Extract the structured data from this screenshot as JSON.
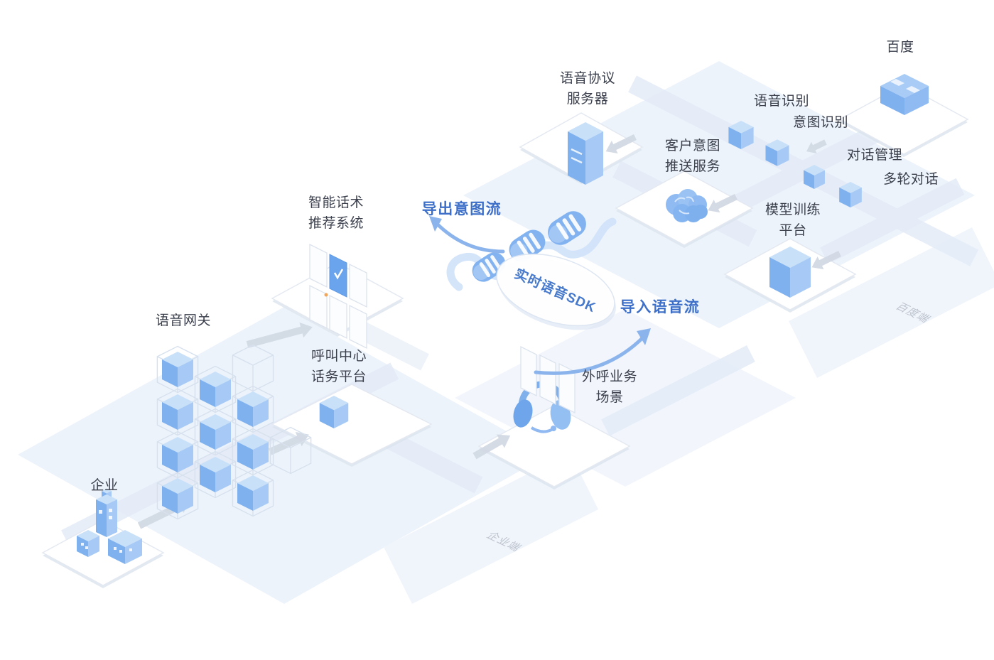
{
  "labels": {
    "enterprise": "企业",
    "voice_gateway": "语音网关",
    "smart_script": "智能话术\n推荐系统",
    "call_center": "呼叫中心\n话务平台",
    "outbound": "外呼业务\n场景",
    "voice_protocol_server": "语音协议\n服务器",
    "customer_intent_push": "客户意图\n推送服务",
    "speech_recognition": "语音识别",
    "intent_recognition": "意图识别",
    "dialog_management": "对话管理",
    "multi_turn_dialog": "多轮对话",
    "model_training": "模型训练\n平台",
    "baidu": "百度"
  },
  "flows": {
    "export_intent_stream": "导出意图流",
    "realtime_voice_sdk": "实时语音SDK",
    "import_voice_stream": "导入语音流"
  },
  "watermarks": {
    "enterprise_side": "企业端",
    "baidu_side": "百度端"
  },
  "icons": {
    "enterprise": "building-icon",
    "voice_gateway": "cube-cluster-icon",
    "smart_script": "document-cards-icon",
    "call_center": "cube-icon",
    "outbound": "headset-icon",
    "voice_protocol_server": "server-tower-icon",
    "customer_intent_push": "brain-icon",
    "recognition_nodes": "cube-icon",
    "model_training": "server-cube-icon",
    "baidu": "brick-icon",
    "sdk_stream": "dna-stream-icon"
  },
  "colors": {
    "plane": "#EDF3FB",
    "road": "#E3EBF7",
    "tile": "#FFFFFF",
    "tile_border": "#E4E9F1",
    "arrow_gray": "#D2DAE4",
    "cube_left": "#7FB1EE",
    "cube_right": "#A6CAF5",
    "cube_top": "#C9E0F9",
    "flow_text": "#3D6FC8",
    "sdk_text": "#4679CB",
    "label_text": "#3A3F4B",
    "blue_arrow": "#8CB4EC"
  }
}
